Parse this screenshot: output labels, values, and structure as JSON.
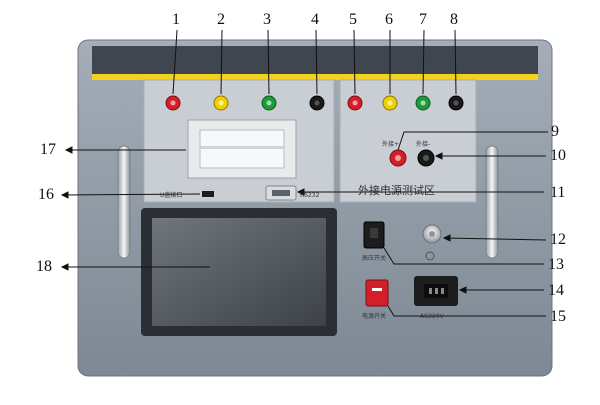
{
  "callouts": [
    "1",
    "2",
    "3",
    "4",
    "5",
    "6",
    "7",
    "8",
    "9",
    "10",
    "11",
    "12",
    "13",
    "14",
    "15",
    "16",
    "17",
    "18"
  ],
  "panel_labels": {
    "external_power_zone": "外接电源测试区",
    "ext_plus": "外接+",
    "ext_minus": "外接-",
    "usb_port": "U盘接口",
    "rs232": "RS232",
    "high_voltage_toggle": "高压开关",
    "power_switch": "电源开关",
    "power_socket": "AC220V"
  },
  "colors": {
    "panel": "#8f9aa6",
    "inset_light": "#c9ced4",
    "yellow_stripe": "#f2d21a",
    "terminal_red": "#d41f2a",
    "terminal_yellow": "#f2d000",
    "terminal_green": "#1f9a3a",
    "terminal_black": "#1a1a1a"
  }
}
